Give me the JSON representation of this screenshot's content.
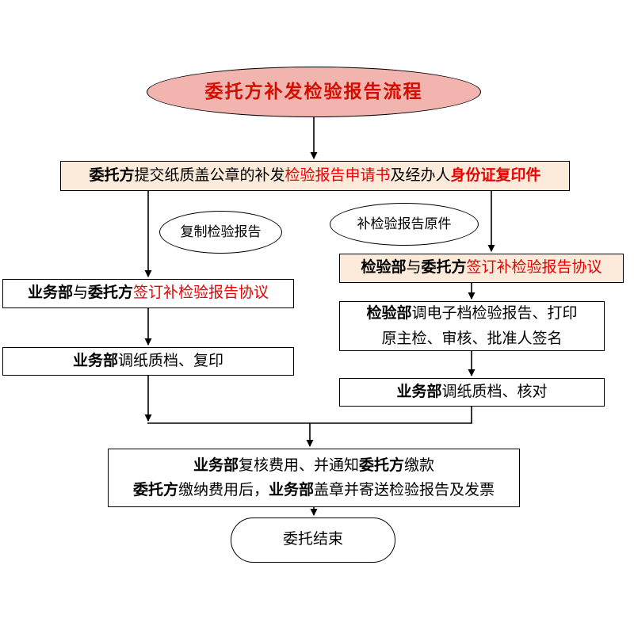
{
  "title": {
    "text": "委托方补发检验报告流程"
  },
  "colors": {
    "bg": "#ffffff",
    "title_bg": "#f2b4ae",
    "title_text": "#d30e00",
    "box_bg": "#fceada",
    "red": "#e60000",
    "border": "#000000",
    "line": "#000000"
  },
  "nodes": {
    "submit": {
      "segments": [
        {
          "text": "委托方",
          "bold": true
        },
        {
          "text": "提交纸质盖公章的补发"
        },
        {
          "text": "检验报告申请书",
          "red": true
        },
        {
          "text": "及经办人"
        },
        {
          "text": "身份证复印件",
          "red": true,
          "bold": true
        }
      ]
    },
    "copy_label": {
      "text": "复制检验报告"
    },
    "original_label": {
      "text": "补检验报告原件"
    },
    "business_sign": {
      "segments": [
        {
          "text": "业务部",
          "bold": true
        },
        {
          "text": "与"
        },
        {
          "text": "委托方",
          "bold": true
        },
        {
          "text": "签订补检验报告协议",
          "red": true
        }
      ]
    },
    "inspection_sign": {
      "segments": [
        {
          "text": "检验部",
          "bold": true
        },
        {
          "text": "与"
        },
        {
          "text": "委托方",
          "bold": true
        },
        {
          "text": "签订补检验报告协议",
          "red": true
        }
      ]
    },
    "inspection_print": {
      "lines": [
        [
          {
            "text": "检验部",
            "bold": true
          },
          {
            "text": "调电子档检验报告、打印"
          }
        ],
        [
          {
            "text": "原主检、审核、批准人签名"
          }
        ]
      ]
    },
    "business_copy": {
      "segments": [
        {
          "text": "业务部",
          "bold": true
        },
        {
          "text": "调纸质档、复印"
        }
      ]
    },
    "business_check": {
      "segments": [
        {
          "text": "业务部",
          "bold": true
        },
        {
          "text": "调纸质档、核对"
        }
      ]
    },
    "payment": {
      "lines": [
        [
          {
            "text": "业务部",
            "bold": true
          },
          {
            "text": "复核费用、并通知"
          },
          {
            "text": "委托方",
            "bold": true
          },
          {
            "text": "缴款"
          }
        ],
        [
          {
            "text": "委托方",
            "bold": true
          },
          {
            "text": "缴纳费用后，"
          },
          {
            "text": "业务部",
            "bold": true
          },
          {
            "text": "盖章并寄送检验报告及发票"
          }
        ]
      ]
    },
    "end": {
      "text": "委托结束"
    }
  }
}
